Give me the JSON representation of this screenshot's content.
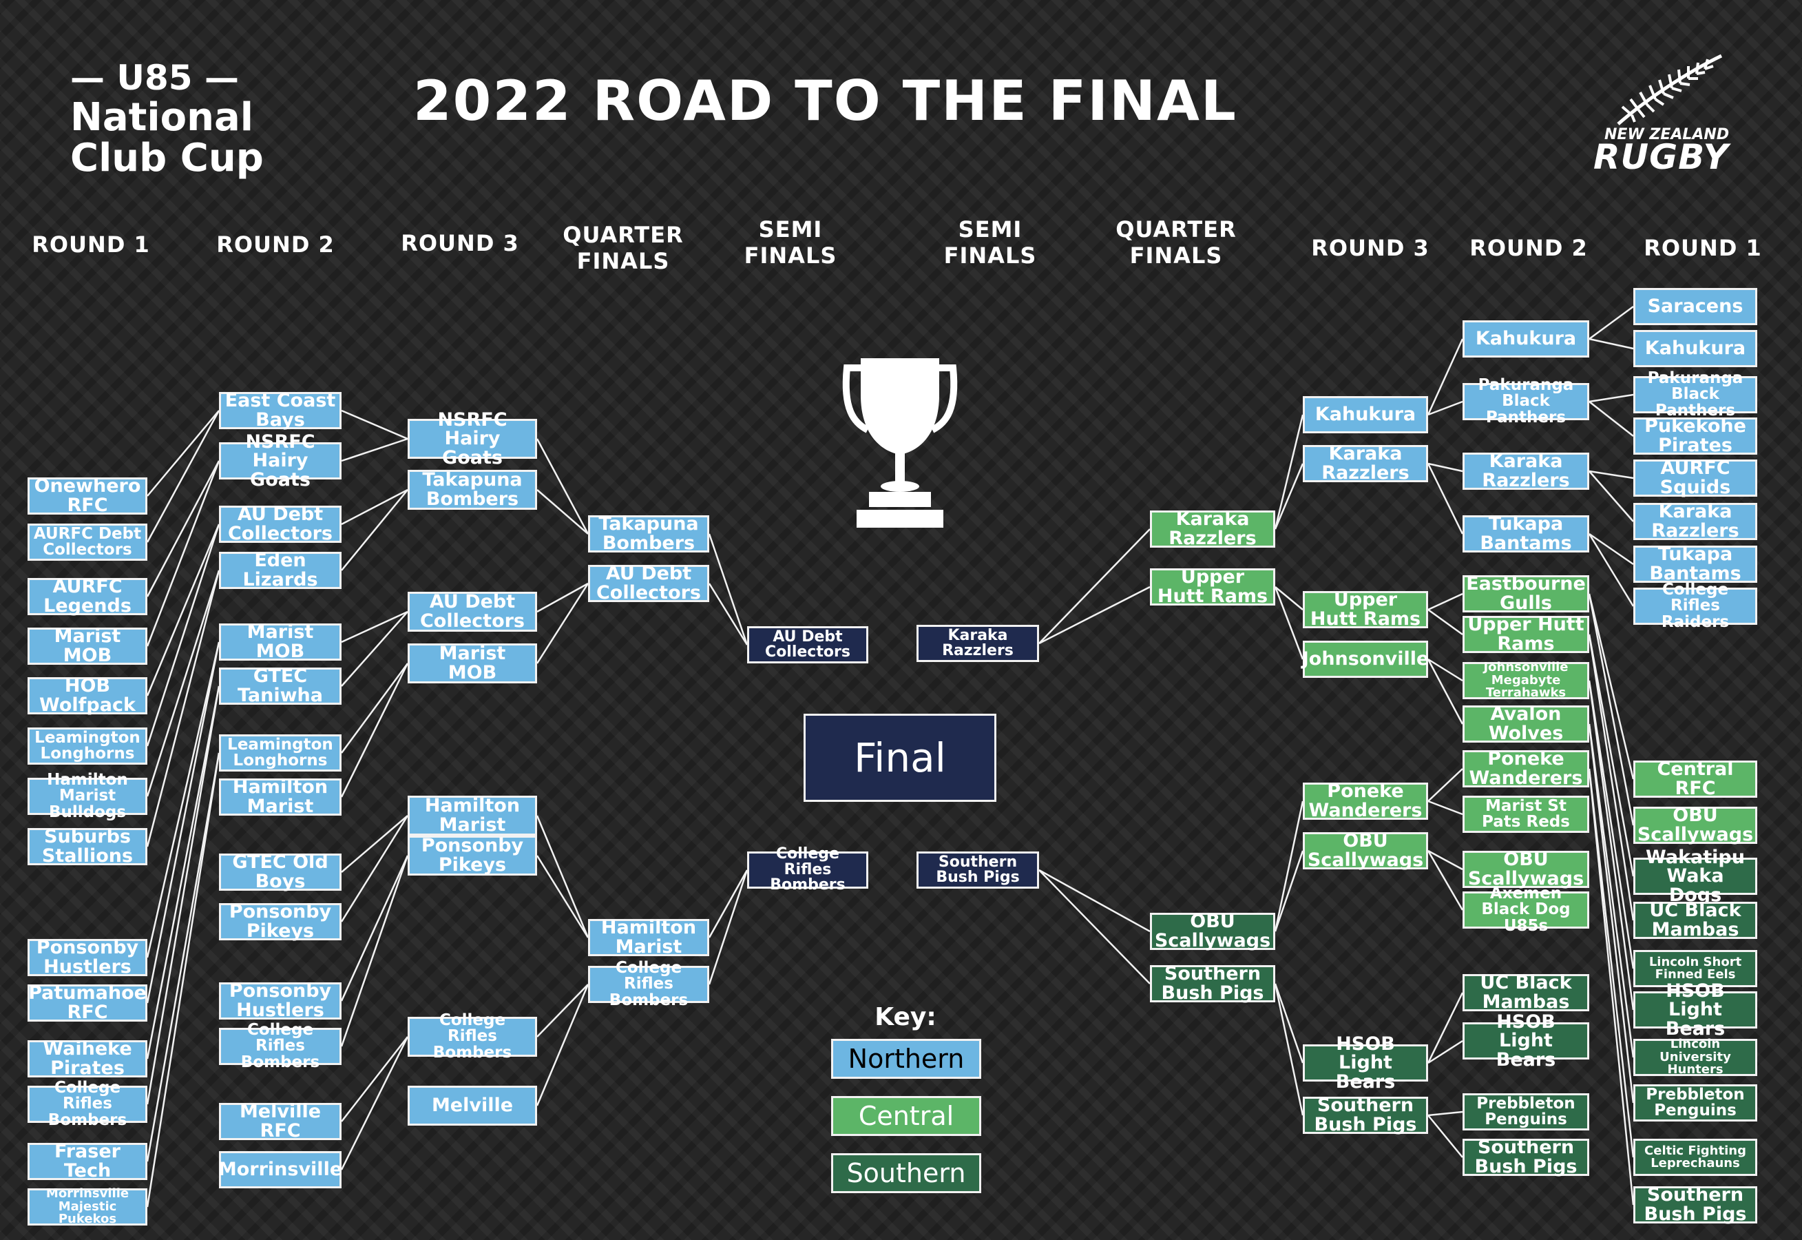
{
  "logo": {
    "line1": "— U85 —",
    "line2": "National",
    "line3": "Club Cup"
  },
  "title": "2022 ROAD TO THE FINAL",
  "brand": {
    "line1": "NEW ZEALAND",
    "line2": "RUGBY"
  },
  "headers": {
    "r1_left": "ROUND 1",
    "r2_left": "ROUND 2",
    "r3_left": "ROUND 3",
    "qf_left": "QUARTER\nFINALS",
    "sf_left": "SEMI\nFINALS",
    "sf_right": "SEMI\nFINALS",
    "qf_right": "QUARTER\nFINALS",
    "r3_right": "ROUND 3",
    "r2_right": "ROUND 2",
    "r1_right": "ROUND 1"
  },
  "final_label": "Final",
  "key": {
    "title": "Key:",
    "items": [
      {
        "label": "Northern",
        "color": "#6db6e2",
        "text": "#ffffff"
      },
      {
        "label": "Central",
        "color": "#5cb567",
        "text": "#ffffff"
      },
      {
        "label": "Southern",
        "color": "#2e6b49",
        "text": "#ffffff"
      }
    ]
  },
  "colors": {
    "northern": "#6db6e2",
    "central": "#5cb567",
    "southern": "#2e6b49",
    "dark": "#1f2a4e",
    "background": "#262626"
  },
  "teams": {
    "L1": [
      "Onewhero RFC",
      "AURFC Debt Collectors",
      "AURFC Legends",
      "Marist MOB",
      "HOB Wolfpack",
      "Leamington Longhorns",
      "Hamilton Marist Bulldogs",
      "Suburbs Stallions",
      "Ponsonby Hustlers",
      "Patumahoe RFC",
      "Waiheke Pirates",
      "College Rifles Bombers",
      "Fraser Tech",
      "Morrinsville Majestic Pukekos"
    ],
    "L2": [
      "East Coast Bays",
      "NSRFC Hairy Goats",
      "AU Debt Collectors",
      "Eden Lizards",
      "Marist MOB",
      "GTEC Taniwha",
      "Leamington Longhorns",
      "Hamilton Marist",
      "GTEC Old Boys",
      "Ponsonby Pikeys",
      "Ponsonby Hustlers",
      "College Rifles Bombers",
      "Melville RFC",
      "Morrinsville"
    ],
    "L3": [
      "NSRFC Hairy Goats",
      "Takapuna Bombers",
      "AU Debt Collectors",
      "Marist MOB",
      "Hamilton Marist",
      "Ponsonby Pikeys",
      "College Rifles Bombers",
      "Melville"
    ],
    "LQF": [
      "Takapuna Bombers",
      "AU Debt Collectors",
      "Hamilton Marist",
      "College Rifles Bombers"
    ],
    "LSF": [
      "AU Debt Collectors",
      "College Rifles Bombers"
    ],
    "RSF": [
      "Karaka Razzlers",
      "Southern Bush Pigs"
    ],
    "RQF": [
      "Karaka Razzlers",
      "Upper Hutt Rams",
      "OBU Scallywags",
      "Southern Bush Pigs"
    ],
    "R3": [
      "Kahukura",
      "Karaka Razzlers",
      "Upper Hutt Rams",
      "Johnsonville",
      "Poneke Wanderers",
      "OBU Scallywags",
      "HSOB Light Bears",
      "Southern Bush Pigs"
    ],
    "R2": [
      "Kahukura",
      "Pakuranga Black Panthers",
      "Karaka Razzlers",
      "Tukapa Bantams",
      "Eastbourne Gulls",
      "Upper Hutt Rams",
      "Johnsonville Megabyte Terrahawks",
      "Avalon Wolves",
      "Poneke Wanderers",
      "Marist St Pats Reds",
      "OBU Scallywags",
      "Axemen Black Dog U85s",
      "UC Black Mambas",
      "HSOB Light Bears",
      "Prebbleton Penguins",
      "Southern Bush Pigs"
    ],
    "R1": [
      "Saracens",
      "Kahukura",
      "Pakuranga Black Panthers",
      "Pukekohe Pirates",
      "AURFC Squids",
      "Karaka Razzlers",
      "Tukapa Bantams",
      "College Rifles Raiders",
      "Central RFC",
      "OBU Scallywags",
      "Wakatipu Waka Dogs",
      "UC Black Mambas",
      "Lincoln Short Finned Eels",
      "HSOB Light Bears",
      "Lincoln University Hunters",
      "Prebbleton Penguins",
      "Celtic Fighting Leprechauns",
      "Southern Bush Pigs"
    ]
  }
}
